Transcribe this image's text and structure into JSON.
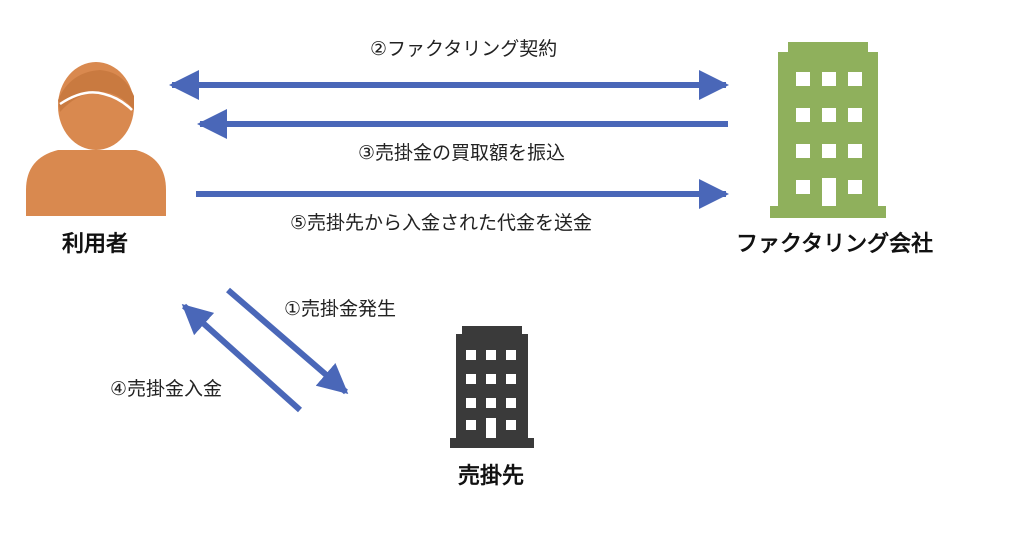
{
  "entities": {
    "user": "利用者",
    "factoring_company": "ファクタリング会社",
    "customer": "売掛先"
  },
  "flows": {
    "step1": "①売掛金発生",
    "step2": "②ファクタリング契約",
    "step3": "③売掛金の買取額を振込",
    "step4": "④売掛金入金",
    "step5": "⑤売掛先から入金された代金を送金"
  },
  "colors": {
    "arrow": "#4a67b8",
    "user_icon": "#d9894f",
    "company_building": "#8fb05c",
    "customer_building": "#3a3a3a"
  }
}
